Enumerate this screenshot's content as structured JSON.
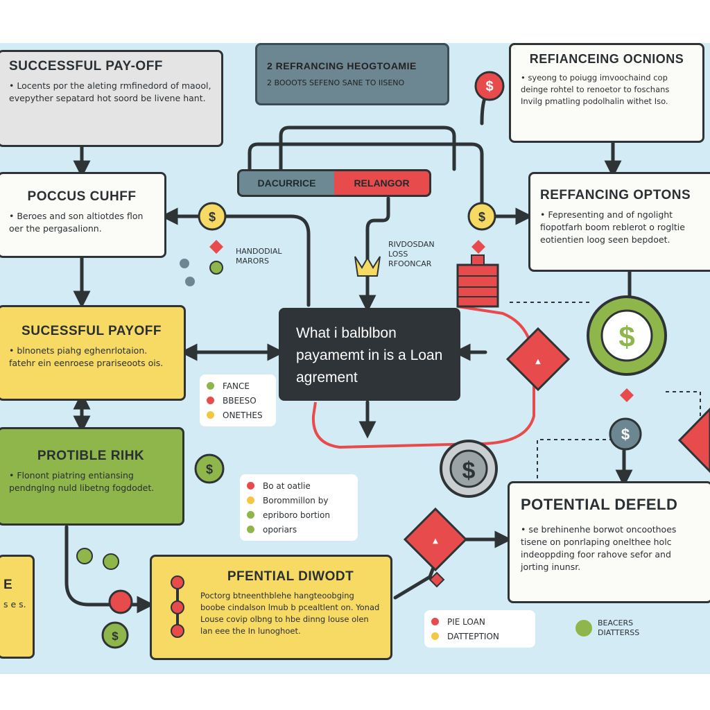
{
  "boxes": {
    "successful_payoff_top": {
      "title": "SUCCESSFUL PAY-OFF",
      "body": "• Locents por the aleting rmfinedord of maool, evepyther sepatard hot soord be livene hant."
    },
    "refinancing_header": {
      "title": "2  REFRANCING HEOGTOAMIE",
      "body": "2  BOOOTS SEFENO SANE TO IISENO"
    },
    "refinancing_ocnions": {
      "title": "REFIANCEING OCNIONS",
      "body": "• syeong to poiugg imvoochaind cop deinge rohtel to renoetor to foschans Invilg pmatling podolhalin withet Iso."
    },
    "poccus_cuhff": {
      "title": "POCCUS CUHFF",
      "body": "• Beroes and son altiotdes flon oer the pergasalionn."
    },
    "refinancing_optons": {
      "title": "REFFANCING OPTONS",
      "body": "• Fepresenting and of ngolight fiopotfarh boom reblerot o rogltie eotientien loog seen bepdoet."
    },
    "central_question": {
      "title": "What i balblbon payamemt in is a Loan agrement"
    },
    "sucessful_payoff_mid": {
      "title": "SUCESSFUL  PAYOFF",
      "body": "• blnonets piahg eghenrlotaion. fatehr ein eenroese prariseoots ois."
    },
    "protible_rihk": {
      "title": "PROTIBLE RIHK",
      "body": "• Flonont piatring entiansing pendnglng nuld libetng fogdodet."
    },
    "left_partial": {
      "title": "E",
      "body": "s e s."
    },
    "pfential_diwodt": {
      "title": "PFENTIAL DIWODT",
      "body": "Poctorg btneenthblehe hangteoobging boobe cindalson lmub b pcealtlent on. Yonad Louse covip olbng to hbe dinng louse olen lan eee the In lunoghoet."
    },
    "potential_defeld": {
      "title": "POTENTIAL DEFELD",
      "body": "• se brehinenhe borwot oncoothoes tisene on ponrlaping onelthee holc indeoppding foor rahove sefor and jorting inunsr."
    }
  },
  "pills": {
    "left": "DACURRICE",
    "right": "RELANGOR"
  },
  "labels": {
    "handodial": "HANDODIAL\nMARORS",
    "rivdosdan": "RIVDOSDAN\nLOSS\nRFOONCAR",
    "beacers": "BEACERS\nDIATTERSS"
  },
  "legends": {
    "small": [
      {
        "color": "#8fb64a",
        "text": "FANCE"
      },
      {
        "color": "#e84b4b",
        "text": "BBEESO"
      },
      {
        "color": "#f2c744",
        "text": "ONETHES"
      }
    ],
    "mid": [
      {
        "color": "#e84b4b",
        "text": "Bo at oatlie"
      },
      {
        "color": "#f2c744",
        "text": "Borommillon by"
      },
      {
        "color": "#8fb64a",
        "text": "epriboro bortion"
      },
      {
        "color": "#8fb64a",
        "text": "oporiars"
      }
    ],
    "bottom": [
      {
        "color": "#e84b4b",
        "text": "PIE LOAN"
      },
      {
        "color": "#f2c744",
        "text": "DATTEPTION"
      }
    ]
  },
  "icons": [
    "dollar-icon",
    "castle-icon",
    "crown-icon",
    "warning-icon",
    "coin-icon"
  ],
  "colors": {
    "red": "#e84b4b",
    "yellow": "#f6da63",
    "green": "#8fb64a",
    "dark": "#2f3438",
    "background": "#d3ebf5"
  }
}
